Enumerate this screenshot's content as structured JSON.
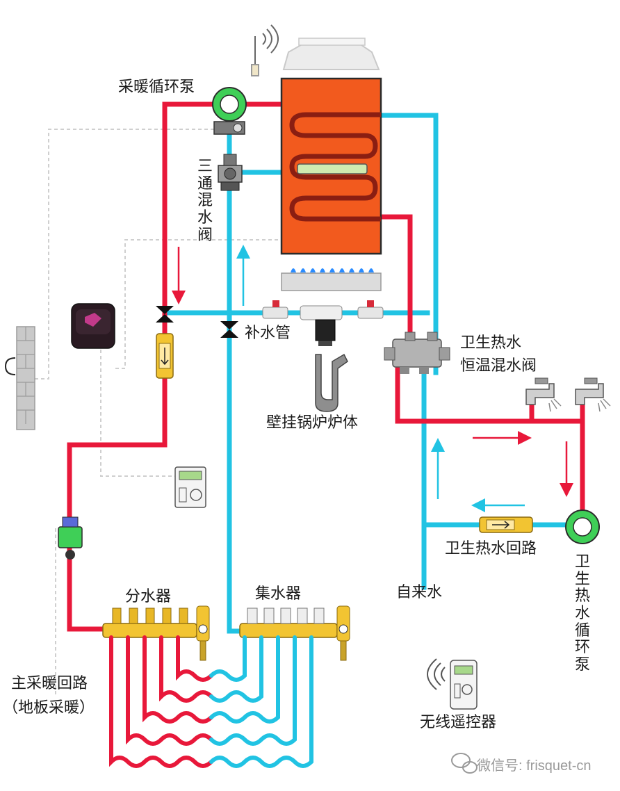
{
  "labels": {
    "heating_pump": "采暖循环泵",
    "three_way_valve": "三通混水阀",
    "fill_pipe": "补水管",
    "dhw_mixing_valve_line1": "卫生热水",
    "dhw_mixing_valve_line2": "恒温混水阀",
    "boiler_body": "壁挂锅炉炉体",
    "dhw_loop": "卫生热水回路",
    "tap_water": "自来水",
    "dhw_circ_pump": "卫生热水循环泵",
    "distributor": "分水器",
    "collector": "集水器",
    "main_loop_line1": "主采暖回路",
    "main_loop_line2": "（地板采暖）",
    "remote": "无线遥控器"
  },
  "watermark": {
    "text": "微信号: frisquet-cn"
  },
  "colors": {
    "hot_pipe": "#e8183a",
    "cold_pipe": "#21c3e3",
    "boiler_body": "#f25a1e",
    "coil": "#8a1e12",
    "brass": "#f2c432",
    "pump_green": "#3fcf57",
    "valve_grey": "#a8a8a8",
    "signal_dash": "#cfcfcf"
  }
}
